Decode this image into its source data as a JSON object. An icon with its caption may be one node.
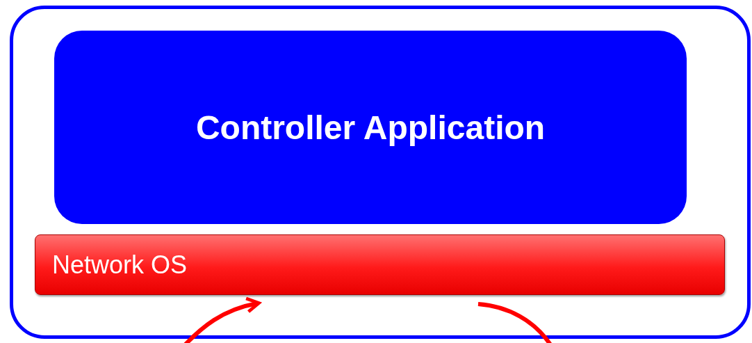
{
  "diagram": {
    "nodes": [
      {
        "text": [],
        "shape": "box"
      },
      {
        "text": [
          "Controller Application"
        ],
        "in": 0
      },
      {
        "text": [
          "Network OS"
        ],
        "in": 0
      }
    ],
    "edges": [
      {
        "from": null,
        "to": 2,
        "arrow": "to"
      },
      {
        "from": 2,
        "to": null,
        "arrow": "none"
      }
    ]
  }
}
